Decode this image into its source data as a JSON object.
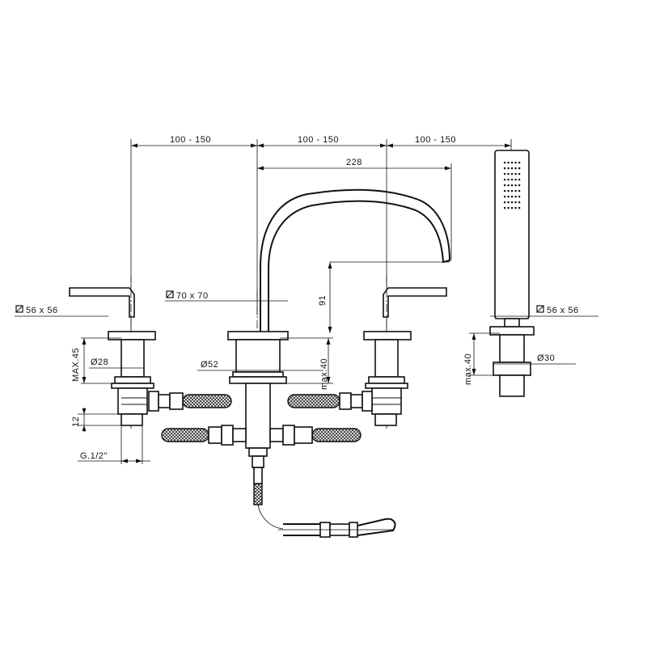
{
  "dimensions": {
    "spacing_1": "100 - 150",
    "spacing_2": "100 - 150",
    "spacing_3": "100 - 150",
    "spout_reach": "228",
    "spout_height": "91",
    "lever_plate": "56 x 56",
    "spout_plate": "70 x 70",
    "shower_plate": "56 x 56",
    "lever_max_deck": "MAX.45",
    "lever_diameter": "Ø28",
    "spout_diameter": "Ø52",
    "spout_max_deck": "max.40",
    "shower_max_deck": "max.40",
    "shower_diameter": "Ø30",
    "thread_length": "12",
    "thread_size": "G.1/2\""
  }
}
